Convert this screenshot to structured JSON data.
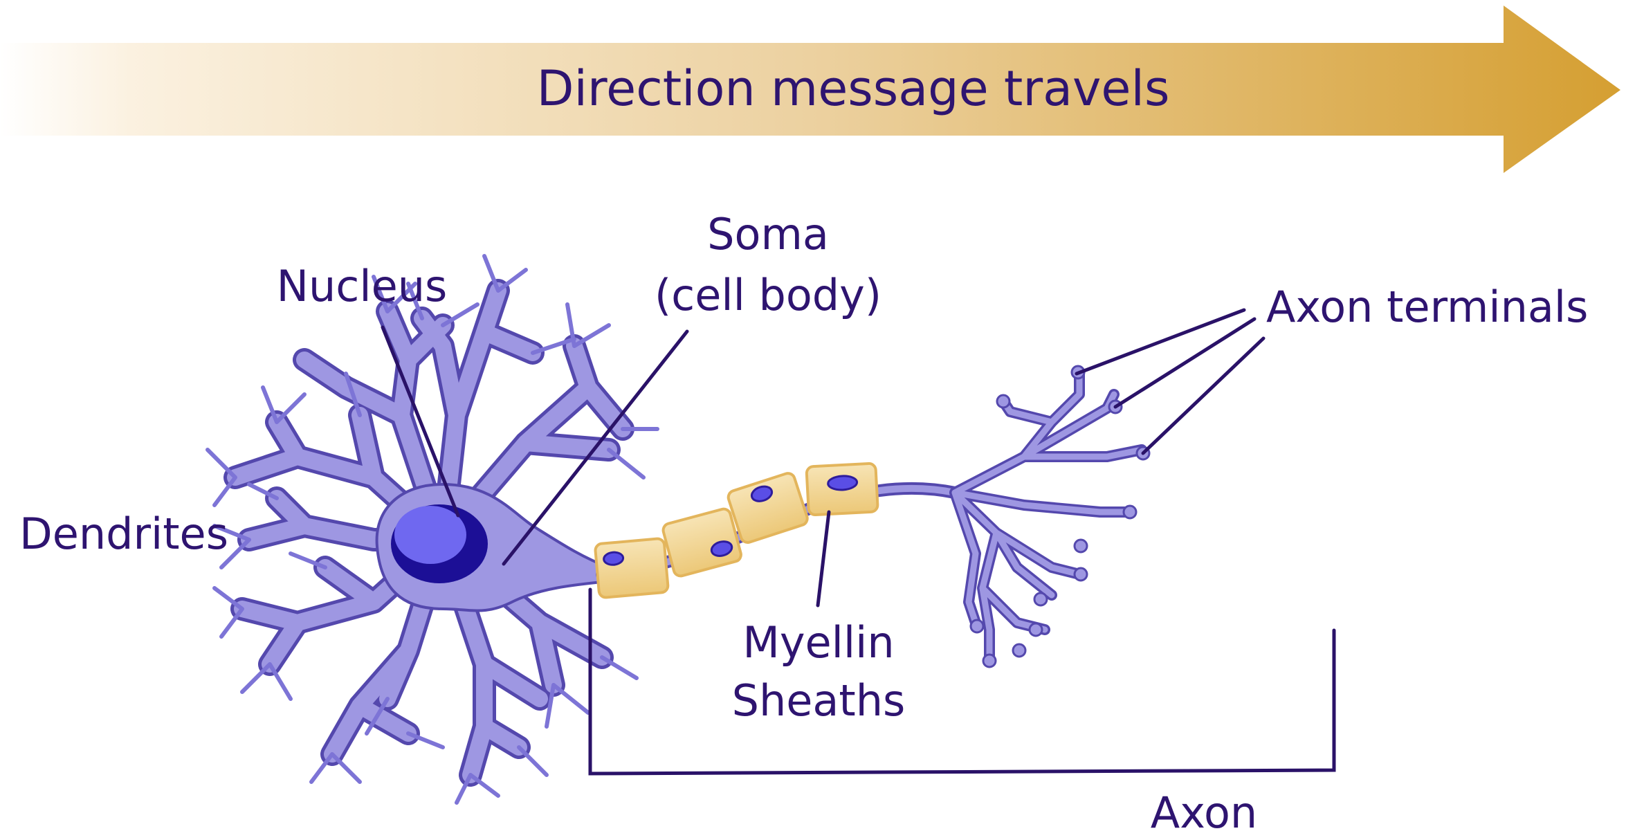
{
  "arrow": {
    "label": "Direction message travels"
  },
  "labels": {
    "nucleus": "Nucleus",
    "soma_line1": "Soma",
    "soma_line2": "(cell body)",
    "dendrites": "Dendrites",
    "axon_terminals": "Axon terminals",
    "myelin_line1": "Myellin",
    "myelin_line2": "Sheaths",
    "axon": "Axon"
  },
  "colors": {
    "label_text": "#2e1470",
    "leader_line": "#2a1268",
    "cell_fill": "#9e97e2",
    "cell_stroke": "#5448ad",
    "nucleus_dark": "#1c0f96",
    "nucleus_light": "#6f68f0",
    "sheath_fill": "#f2d9a0",
    "sheath_stroke": "#e3b55c",
    "arrow_start": "#ffffff",
    "arrow_end": "#d59f32"
  }
}
